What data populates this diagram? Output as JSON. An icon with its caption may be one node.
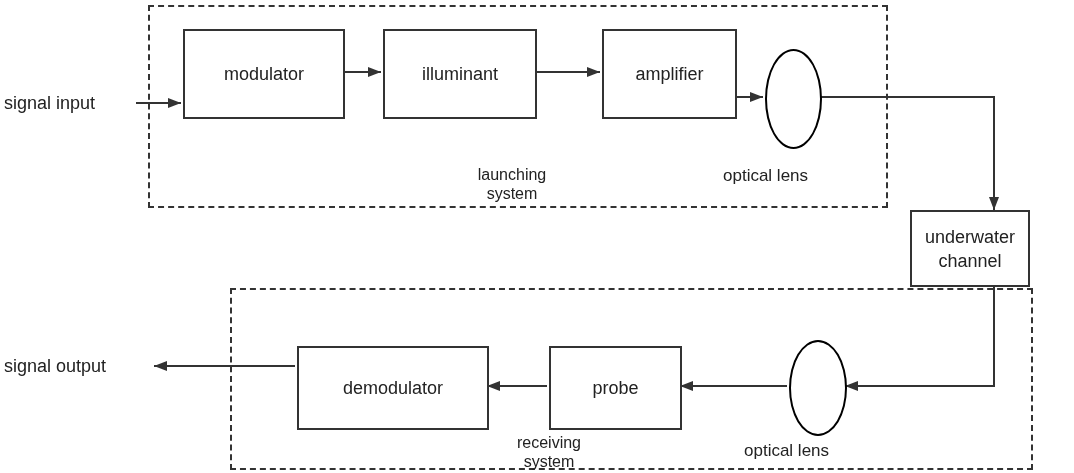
{
  "diagram": {
    "nodes": [
      {
        "text": [
          "launching system"
        ]
      },
      {
        "text": [
          "signal input"
        ]
      },
      {
        "text": [
          "modulator"
        ],
        "in": 0
      },
      {
        "text": [
          "illuminant"
        ],
        "in": 0
      },
      {
        "text": [
          "amplifier"
        ],
        "in": 0
      },
      {
        "text": [],
        "shape": "ellipse",
        "beside": [
          "optical lens"
        ],
        "in": 0
      },
      {
        "text": [
          "underwater channel"
        ]
      },
      {
        "text": [
          "receiving system"
        ]
      },
      {
        "text": [],
        "shape": "ellipse",
        "beside": [
          "optical lens"
        ],
        "in": 7
      },
      {
        "text": [
          "probe"
        ],
        "in": 7
      },
      {
        "text": [
          "demodulator"
        ],
        "in": 7
      },
      {
        "text": [
          "signal output"
        ]
      }
    ],
    "edges": [
      {
        "from": 1,
        "to": 2,
        "arrow": "to"
      },
      {
        "from": 2,
        "to": 3,
        "arrow": "to"
      },
      {
        "from": 3,
        "to": 4,
        "arrow": "to"
      },
      {
        "from": 4,
        "to": 5,
        "arrow": "to"
      },
      {
        "from": 5,
        "to": 6,
        "arrow": "to"
      },
      {
        "from": 6,
        "to": 8,
        "arrow": "to"
      },
      {
        "from": 8,
        "to": 9,
        "arrow": "to"
      },
      {
        "from": 9,
        "to": 10,
        "arrow": "to"
      },
      {
        "from": 10,
        "to": 11,
        "arrow": "to"
      }
    ]
  }
}
